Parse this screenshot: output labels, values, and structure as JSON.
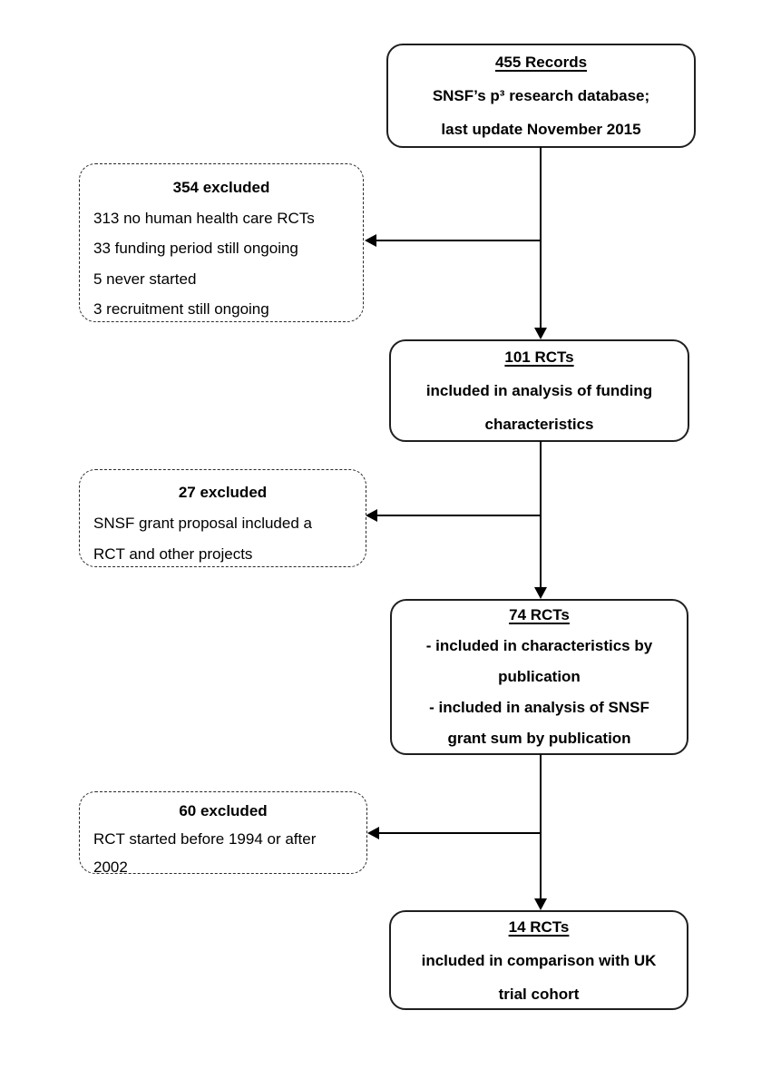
{
  "page": {
    "background": "#ffffff",
    "line_color": "#000000",
    "diagram_type": "study-selection-flowchart"
  },
  "main_boxes": [
    {
      "heading": "455 Records",
      "lines": [
        "SNSF’s p³ research database;",
        "last update November 2015"
      ]
    },
    {
      "heading": "101 RCTs",
      "lines": [
        "included in analysis of funding",
        "characteristics"
      ]
    },
    {
      "heading": "74 RCTs",
      "lines": [
        "- included in characteristics by",
        "publication",
        "- included in analysis of SNSF",
        "grant sum by publication"
      ]
    },
    {
      "heading": "14 RCTs",
      "lines": [
        "included in comparison with UK",
        "trial cohort"
      ]
    }
  ],
  "excluded_boxes": [
    {
      "heading": "354 excluded",
      "items": [
        "313 no human health care RCTs",
        "33 funding period still ongoing",
        "5 never started",
        "3 recruitment still ongoing"
      ]
    },
    {
      "heading": "27 excluded",
      "items": [
        "SNSF grant proposal included a",
        "RCT and other projects"
      ]
    },
    {
      "heading": "60 excluded",
      "items": [
        "RCT started before 1994 or after",
        "2002"
      ]
    }
  ]
}
